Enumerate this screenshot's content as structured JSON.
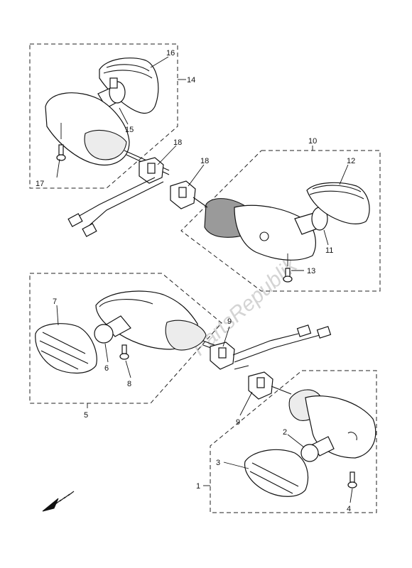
{
  "watermark": "PartsRepublik",
  "labels": {
    "l1": "1",
    "l2": "2",
    "l3": "3",
    "l4": "4",
    "l5": "5",
    "l6": "6",
    "l7": "7",
    "l8": "8",
    "l9a": "9",
    "l9b": "9",
    "l10": "10",
    "l11": "11",
    "l12": "12",
    "l13": "13",
    "l14": "14",
    "l15": "15",
    "l16": "16",
    "l17": "17",
    "l18a": "18",
    "l18b": "18"
  }
}
